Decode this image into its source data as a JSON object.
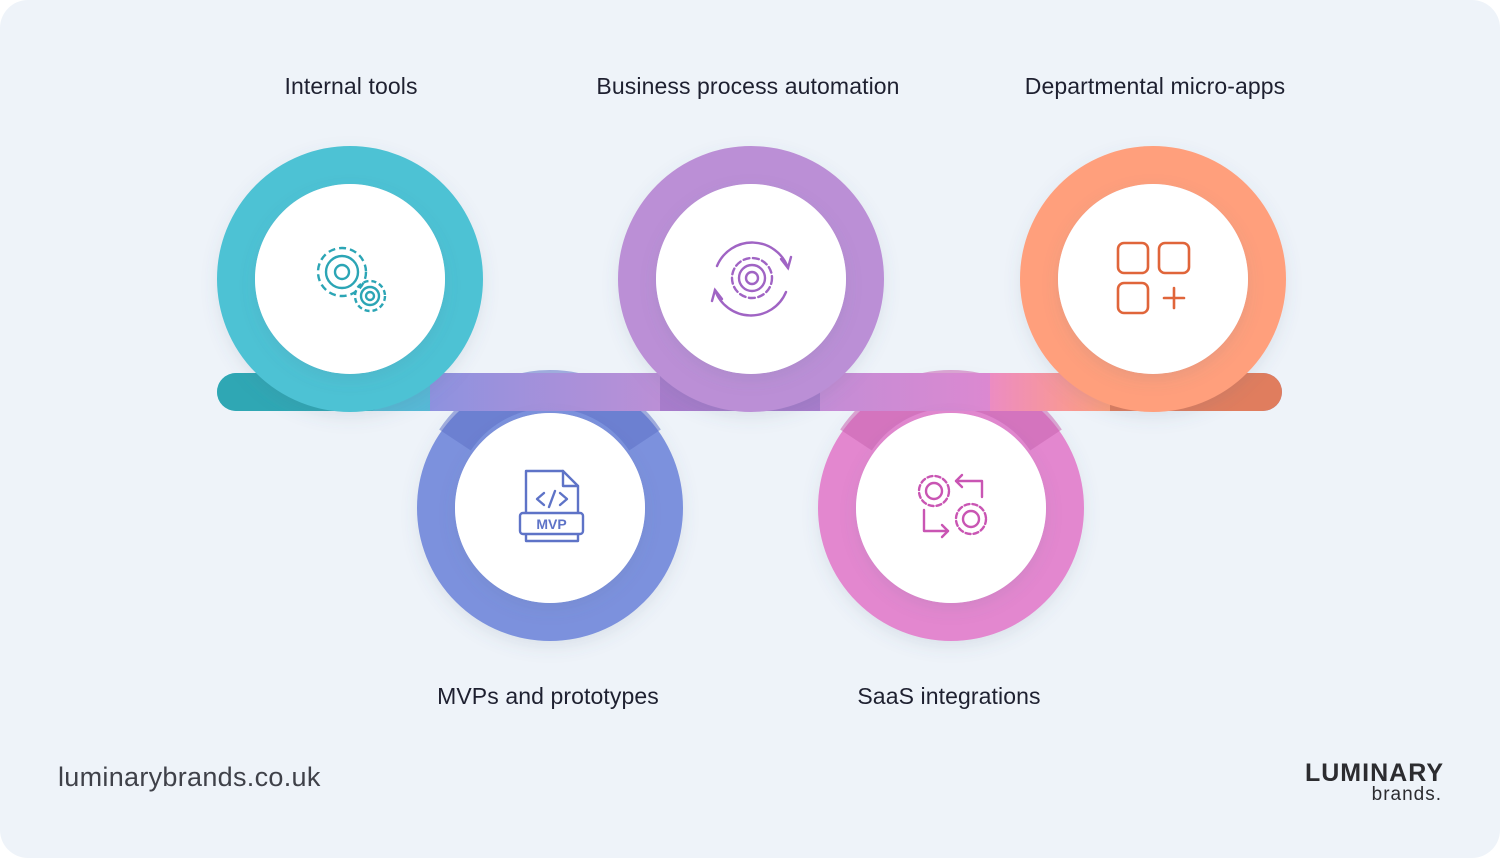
{
  "labels": {
    "internal_tools": "Internal tools",
    "business_process": "Business process automation",
    "departmental": "Departmental micro-apps",
    "mvps": "MVPs and prototypes",
    "saas": "SaaS integrations"
  },
  "footer": {
    "url": "luminarybrands.co.uk",
    "brand_name": "LUMINARY",
    "brand_sub": "brands."
  },
  "colors": {
    "teal": "#4ec2d4",
    "blue": "#7b91dd",
    "purple": "#bb8fd6",
    "pink": "#e387cf",
    "orange": "#ff9f7c",
    "background": "#eef3f9"
  },
  "icons": {
    "internal_tools": "gears-icon",
    "business_process": "gear-cycle-icon",
    "departmental": "app-grid-plus-icon",
    "mvps": "mvp-code-file-icon",
    "saas": "gear-exchange-icon"
  }
}
